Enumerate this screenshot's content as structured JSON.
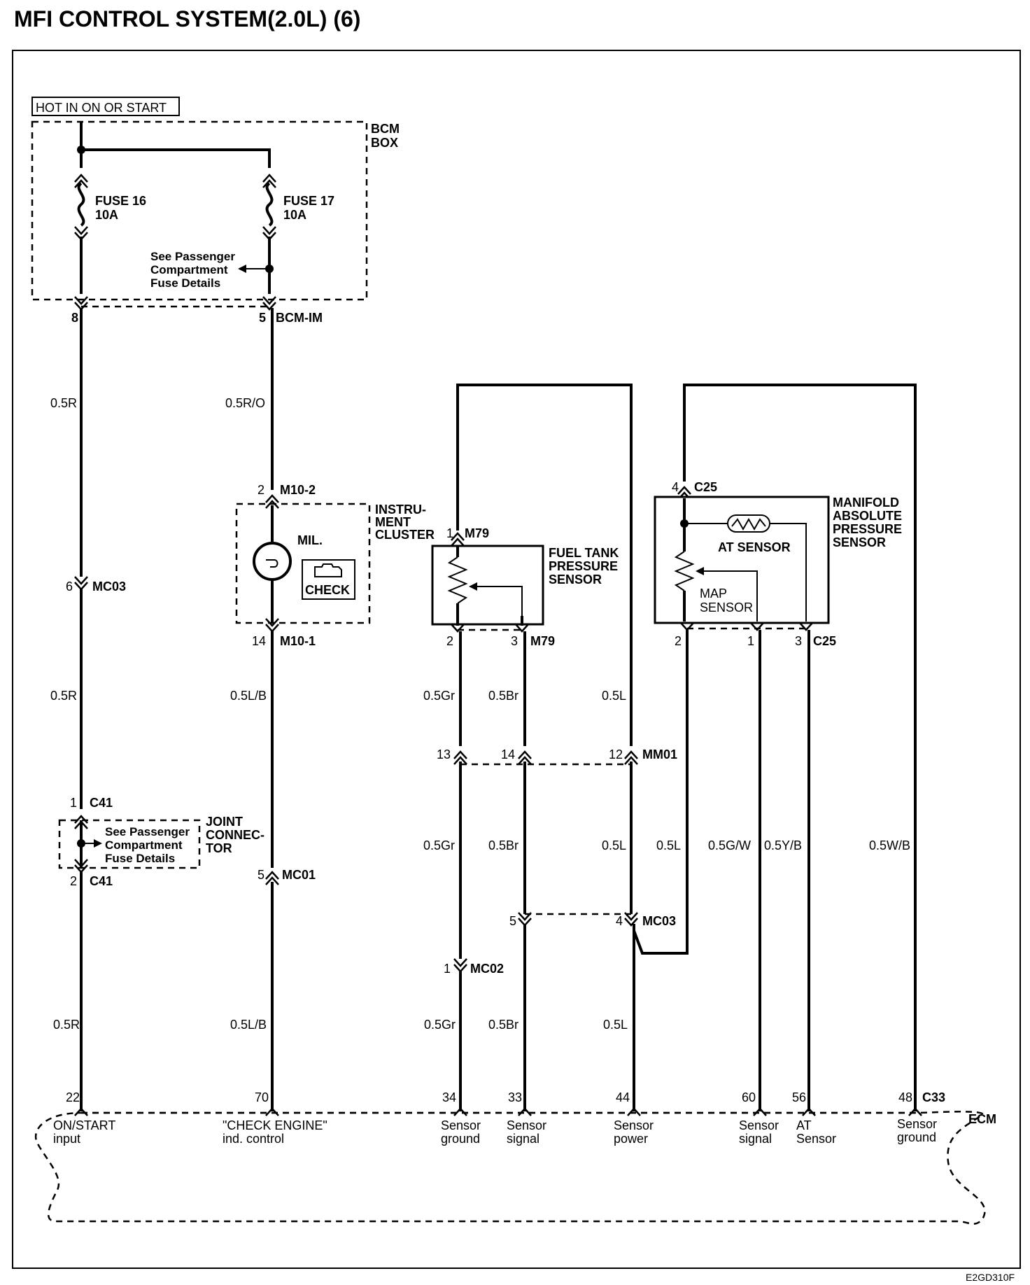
{
  "title": "MFI CONTROL SYSTEM(2.0L) (6)",
  "footer_code": "E2GD310F",
  "power_label": "HOT IN ON OR START",
  "bcm": {
    "label_line1": "BCM",
    "label_line2": "BOX",
    "fuse16_name": "FUSE 16",
    "fuse16_rating": "10A",
    "fuse17_name": "FUSE 17",
    "fuse17_rating": "10A",
    "note_line1": "See Passenger",
    "note_line2": "Compartment",
    "note_line3": "Fuse Details"
  },
  "connectors": {
    "pin8": "8",
    "pin5": "5",
    "bcm_im": "BCM-IM",
    "m10_2_pin": "2",
    "m10_2": "M10-2",
    "m10_1_pin": "14",
    "m10_1": "M10-1",
    "mc03_left_pin": "6",
    "mc03_left": "MC03",
    "c41_top_pin": "1",
    "c41_top": "C41",
    "c41_bot_pin": "2",
    "c41_bot": "C41",
    "mc01_pin": "5",
    "mc01": "MC01",
    "m79_top_pin": "1",
    "m79_top": "M79",
    "m79_b1_pin": "2",
    "m79_b2_pin": "3",
    "m79_bot": "M79",
    "mm01_p1": "13",
    "mm01_p2": "14",
    "mm01_p3": "12",
    "mm01": "MM01",
    "mc03_mid_p1": "5",
    "mc03_mid_p2": "4",
    "mc03_mid": "MC03",
    "mc02_pin": "1",
    "mc02": "MC02",
    "c25_top_pin": "4",
    "c25_top": "C25",
    "c25_b1": "2",
    "c25_b2": "1",
    "c25_b3": "3",
    "c25_bot": "C25",
    "c33": "C33"
  },
  "instrument_cluster": {
    "line1": "INSTRU-",
    "line2": "MENT",
    "line3": "CLUSTER",
    "mil": "MIL.",
    "check": "CHECK"
  },
  "joint_connector": {
    "line1": "JOINT",
    "line2": "CONNEC-",
    "line3": "TOR",
    "note_line1": "See Passenger",
    "note_line2": "Compartment",
    "note_line3": "Fuse Details"
  },
  "fuel_tank_sensor": {
    "line1": "FUEL TANK",
    "line2": "PRESSURE",
    "line3": "SENSOR"
  },
  "map_sensor": {
    "line1": "MANIFOLD",
    "line2": "ABSOLUTE",
    "line3": "PRESSURE",
    "line4": "SENSOR",
    "at_sensor": "AT SENSOR",
    "map_line1": "MAP",
    "map_line2": "SENSOR"
  },
  "wires": {
    "w1_a": "0.5R",
    "w1_b": "0.5R",
    "w1_c": "0.5R",
    "w2_a": "0.5R/O",
    "w2_b": "0.5L/B",
    "w2_c": "0.5L/B",
    "gr_a": "0.5Gr",
    "gr_b": "0.5Gr",
    "gr_c": "0.5Gr",
    "br_a": "0.5Br",
    "br_b": "0.5Br",
    "br_c": "0.5Br",
    "l_a": "0.5L",
    "l_b": "0.5L",
    "l_c": "0.5L",
    "l_d": "0.5L",
    "gw": "0.5G/W",
    "yb": "0.5Y/B",
    "wb": "0.5W/B"
  },
  "ecm": {
    "label": "ECM",
    "pins": [
      {
        "pin": "22",
        "line1": "ON/START",
        "line2": "input"
      },
      {
        "pin": "70",
        "line1": "\"CHECK ENGINE\"",
        "line2": "ind. control"
      },
      {
        "pin": "34",
        "line1": "Sensor",
        "line2": "ground"
      },
      {
        "pin": "33",
        "line1": "Sensor",
        "line2": "signal"
      },
      {
        "pin": "44",
        "line1": "Sensor",
        "line2": "power"
      },
      {
        "pin": "60",
        "line1": "Sensor",
        "line2": "signal"
      },
      {
        "pin": "56",
        "line1": "AT",
        "line2": "Sensor"
      },
      {
        "pin": "48",
        "line1": "Sensor",
        "line2": "ground"
      }
    ]
  }
}
